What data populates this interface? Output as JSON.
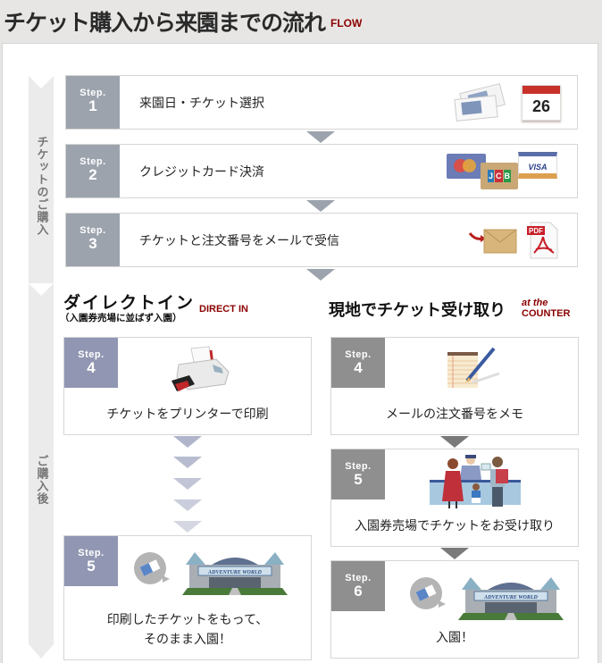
{
  "header": {
    "title": "チケット購入から来園までの流れ",
    "title_en": "FLOW"
  },
  "rails": {
    "purchase": "チケットのご購入",
    "after_purchase": "ご購入後"
  },
  "purchase_steps": [
    {
      "step_label": "Step.",
      "number": "1",
      "text": "来園日・チケット選択",
      "icons": [
        "ticket-icon",
        "calendar-icon"
      ],
      "calendar_day": "26"
    },
    {
      "step_label": "Step.",
      "number": "2",
      "text": "クレジットカード決済",
      "icons": [
        "mastercard-icon",
        "jcb-card-icon",
        "visa-card-icon"
      ],
      "card_labels": {
        "jcb": "JCB",
        "visa": "VISA"
      }
    },
    {
      "step_label": "Step.",
      "number": "3",
      "text": "チケットと注文番号をメールで受信",
      "icons": [
        "envelope-icon",
        "pdf-icon"
      ],
      "pdf_label": "PDF"
    }
  ],
  "direct_in": {
    "title": "ダイレクトイン",
    "subtitle": "（入園券売場に並ばず入園）",
    "title_en": "DIRECT IN",
    "steps": [
      {
        "step_label": "Step.",
        "number": "4",
        "text": "チケットをプリンターで印刷",
        "icon": "printer-icon"
      },
      {
        "step_label": "Step.",
        "number": "5",
        "text_line1": "印刷したチケットをもって、",
        "text_line2": "そのまま入園！",
        "icon": "park-entrance-icon",
        "park_sign": "ADVENTURE WORLD"
      }
    ]
  },
  "counter": {
    "title": "現地でチケット受け取り",
    "title_en_line1": "at the",
    "title_en_line2": "COUNTER",
    "steps": [
      {
        "step_label": "Step.",
        "number": "4",
        "text": "メールの注文番号をメモ",
        "icon": "notepad-icon"
      },
      {
        "step_label": "Step.",
        "number": "5",
        "text": "入園券売場でチケットをお受け取り",
        "icon": "ticket-counter-icon"
      },
      {
        "step_label": "Step.",
        "number": "6",
        "text": "入園！",
        "icon": "park-entrance-icon",
        "park_sign": "ADVENTURE WORLD"
      }
    ]
  },
  "colors": {
    "accent_red": "#8b0000",
    "badge_grey_blue": "#9ca3ad",
    "badge_blue": "#9196b2",
    "badge_grey": "#8f8f8f"
  }
}
